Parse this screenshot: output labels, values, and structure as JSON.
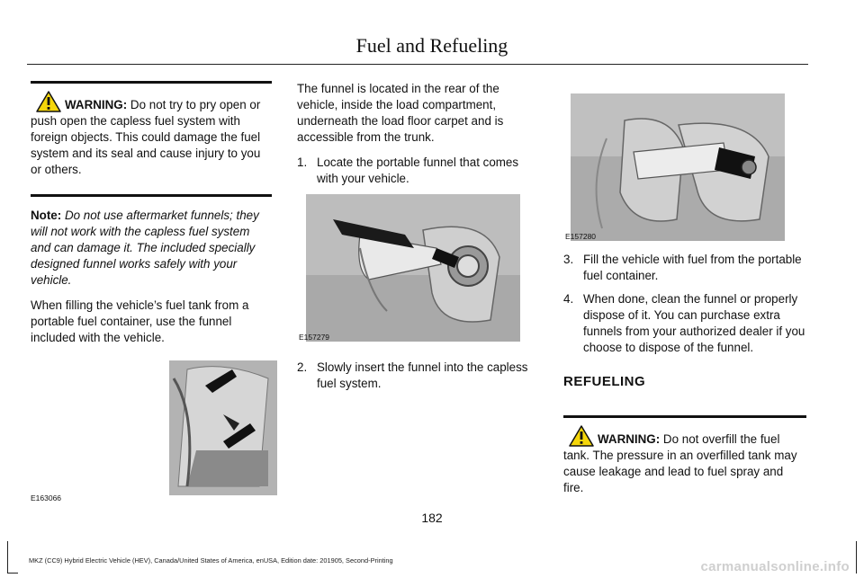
{
  "header": {
    "title": "Fuel and Refueling"
  },
  "col1": {
    "warning": {
      "label": "WARNING:",
      "text": " Do not try to pry open or push open the capless fuel system with foreign objects. This could damage the fuel system and its seal and cause injury to you or others."
    },
    "note": {
      "label": "Note:",
      "text": " Do not use aftermarket funnels; they will not work with the capless fuel system and can damage it. The included specially designed funnel works safely with your vehicle."
    },
    "para": "When filling the vehicle’s fuel tank from a portable fuel container, use the funnel included with the vehicle.",
    "figure_code": "E163066"
  },
  "col2": {
    "intro": "The funnel is located in the rear of the vehicle, inside the load compartment, underneath the load floor carpet and is accessible from the trunk.",
    "steps": [
      {
        "num": "1.",
        "text": "Locate the portable funnel that comes with your vehicle."
      },
      {
        "num": "2.",
        "text": "Slowly insert the funnel into the capless fuel system."
      }
    ],
    "figure_code": "E157279"
  },
  "col3": {
    "figure_code": "E157280",
    "steps": [
      {
        "num": "3.",
        "text": "Fill the vehicle with fuel from the portable fuel container."
      },
      {
        "num": "4.",
        "text": "When done, clean the funnel or properly dispose of it. You can purchase extra funnels from your authorized dealer if you choose to dispose of the funnel."
      }
    ],
    "section_heading": "REFUELING",
    "warning": {
      "label": "WARNING:",
      "text": " Do not overfill the fuel tank. The pressure in an overfilled tank may cause leakage and lead to fuel spray and fire."
    }
  },
  "footer": {
    "page_number": "182",
    "edition": "MKZ (CC9) Hybrid Electric Vehicle (HEV), Canada/United States of America, enUSA, Edition date: 201905, Second-Printing",
    "watermark": "carmanualsonline.info"
  },
  "icons": {
    "warning": "warning-triangle-icon"
  },
  "colors": {
    "warning_yellow": "#f5d60a",
    "figure_gray": "#b9b9b9"
  }
}
